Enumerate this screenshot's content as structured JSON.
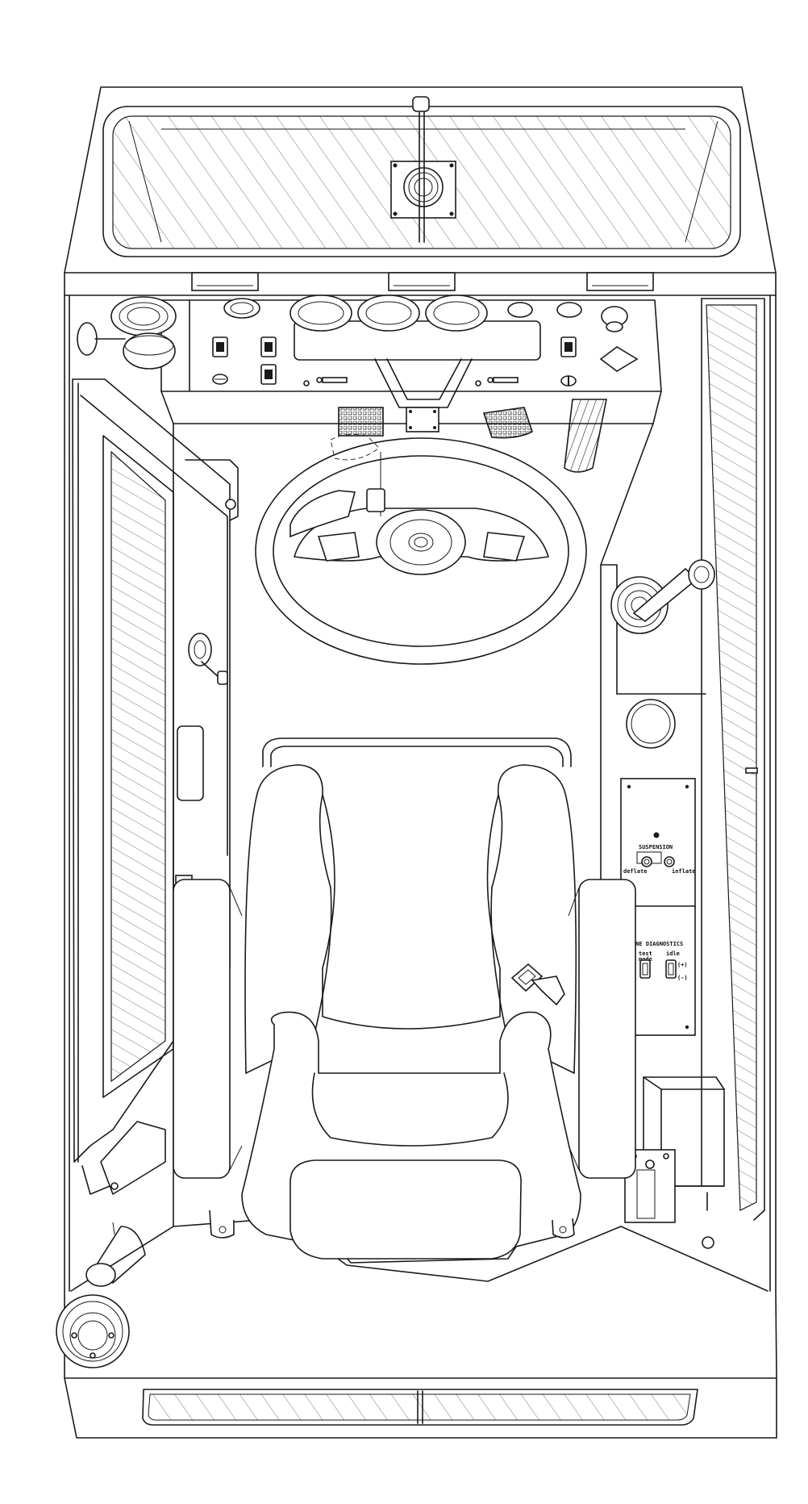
{
  "labels": {
    "suspension_title": "SUSPENSION",
    "suspension_deflate": "deflate",
    "suspension_inflate": "inflate",
    "diagnostics_title": "INE DIAGNOSTICS",
    "diag_test_mode": "test\nmode",
    "diag_idle": "idle",
    "diag_plus": "(+)",
    "diag_minus": "(-)"
  },
  "icons": {
    "wiper": "wiper-icon",
    "steering_wheel": "steering-wheel-icon",
    "seat": "seat-icon",
    "joystick": "joystick-icon",
    "seat_belt": "seat-belt-buckle-icon",
    "pedal": "pedal-icon"
  }
}
